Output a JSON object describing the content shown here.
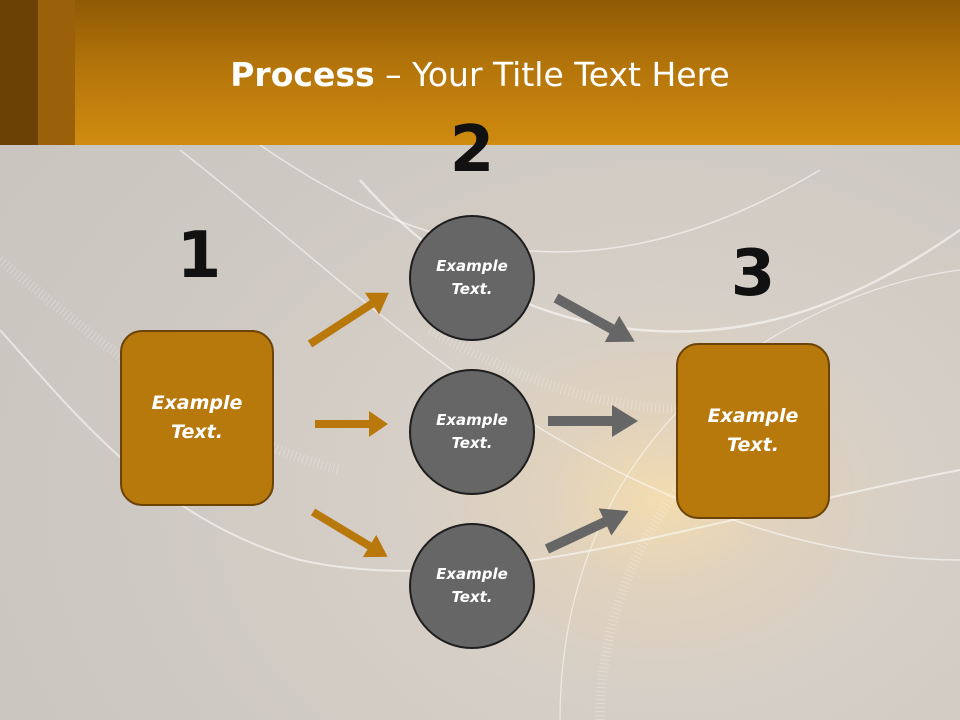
{
  "title": {
    "bold": "Process",
    "rest": " – Your Title Text Here"
  },
  "steps": [
    {
      "number": "1",
      "text_line1": "Example",
      "text_line2": "Text."
    },
    {
      "number": "2"
    },
    {
      "number": "3",
      "text_line1": "Example",
      "text_line2": "Text."
    }
  ],
  "circles": [
    {
      "text_line1": "Example",
      "text_line2": "Text."
    },
    {
      "text_line1": "Example",
      "text_line2": "Text."
    },
    {
      "text_line1": "Example",
      "text_line2": "Text."
    }
  ],
  "colors": {
    "header": "#c98810",
    "box_fill": "#b7780c",
    "circle_fill": "#666666",
    "orange_arrow": "#b8780c",
    "gray_arrow": "#666666"
  }
}
